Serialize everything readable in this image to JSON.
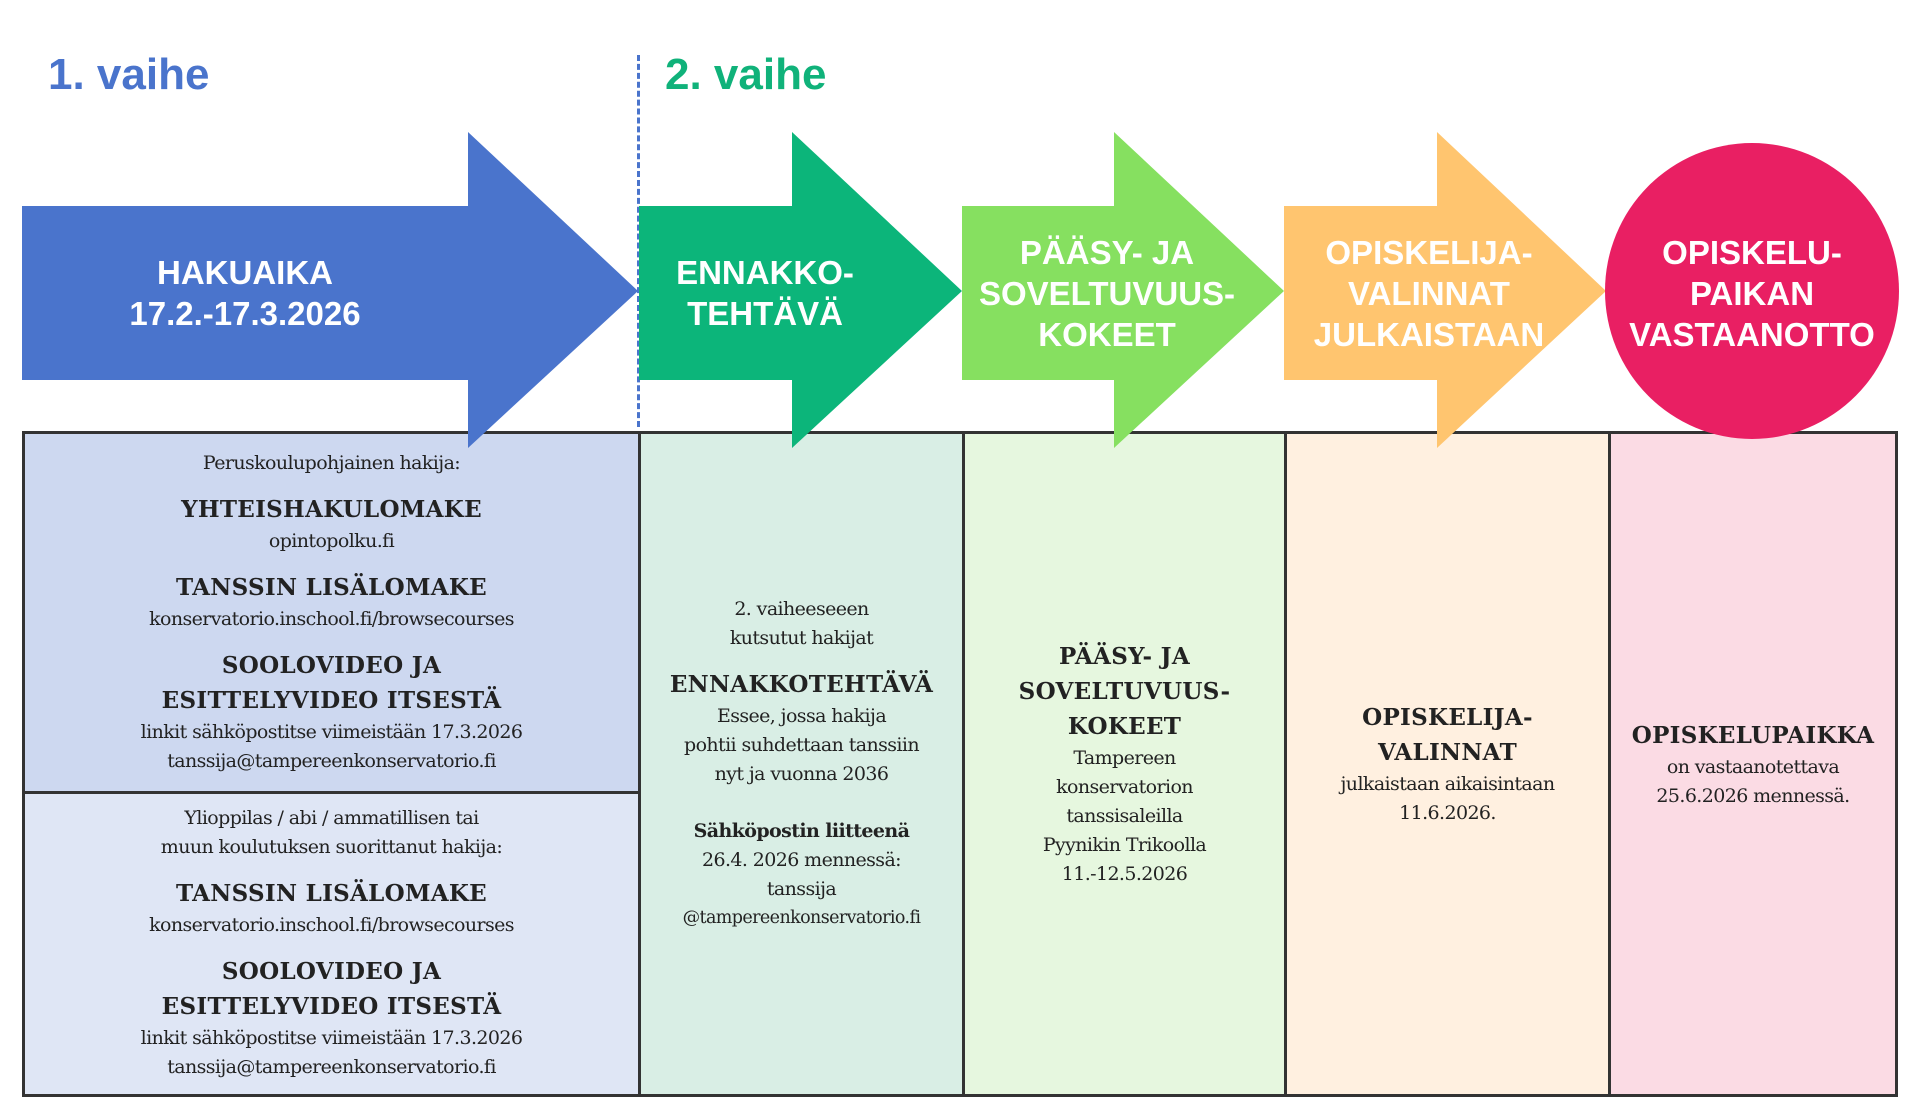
{
  "phases": {
    "phase1": "1. vaihe",
    "phase2": "2. vaihe"
  },
  "colors": {
    "blue": "#4a74cc",
    "green": "#0cb57a",
    "lightgreen": "#86e060",
    "orange": "#ffc56f",
    "pink": "#e91f63"
  },
  "steps": [
    {
      "lines": [
        "HAKUAIKA",
        "17.2.-17.3.2026"
      ]
    },
    {
      "lines": [
        "ENNAKKO-",
        "TEHTÄVÄ"
      ]
    },
    {
      "lines": [
        "PÄÄSY- JA",
        "SOVELTUVUUS-",
        "KOKEET"
      ]
    },
    {
      "lines": [
        "OPISKELIJA-",
        "VALINNAT",
        "JULKAISTAAN"
      ]
    },
    {
      "lines": [
        "OPISKELU-",
        "PAIKAN",
        "VASTAANOTTO"
      ]
    }
  ],
  "columns": {
    "col1_top": {
      "intro": "Peruskoulupohjainen hakija:",
      "form1_title": "YHTEISHAKULOMAKE",
      "form1_link": "opintopolku.fi",
      "form2_title": "TANSSIN LISÄLOMAKE",
      "form2_link": "konservatorio.inschool.fi/browsecourses",
      "video_title1": "SOOLOVIDEO JA",
      "video_title2": "ESITTELYVIDEO ITSESTÄ",
      "video_note": "linkit sähköpostitse viimeistään 17.3.2026",
      "email": "tanssija@tampereenkonservatorio.fi"
    },
    "col1_bottom": {
      "intro1": "Ylioppilas / abi / ammatillisen tai",
      "intro2": "muun koulutuksen suorittanut hakija:",
      "form2_title": "TANSSIN LISÄLOMAKE",
      "form2_link": "konservatorio.inschool.fi/browsecourses",
      "video_title1": "SOOLOVIDEO JA",
      "video_title2": "ESITTELYVIDEO ITSESTÄ",
      "video_note": "linkit sähköpostitse viimeistään 17.3.2026",
      "email": "tanssija@tampereenkonservatorio.fi"
    },
    "col2": {
      "intro1": "2. vaiheeseeen",
      "intro2": "kutsutut hakijat",
      "title": "ENNAKKOTEHTÄVÄ",
      "desc1": "Essee, jossa hakija",
      "desc2": "pohtii suhdettaan tanssiin",
      "desc3": "nyt ja vuonna 2036",
      "send1": "Sähköpostin liitteenä",
      "send2": "26.4. 2026 mennessä:",
      "send3": "tanssija",
      "send4": "@tampereenkonservatorio.fi"
    },
    "col3": {
      "title1": "PÄÄSY- JA",
      "title2": "SOVELTUVUUS-",
      "title3": "KOKEET",
      "l1": "Tampereen",
      "l2": "konservatorion",
      "l3": "tanssisaleilla",
      "l4": "Pyynikin Trikoolla",
      "l5": "11.-12.5.2026"
    },
    "col4": {
      "title1": "OPISKELIJA-",
      "title2": "VALINNAT",
      "l1": "julkaistaan aikaisintaan",
      "l2": "11.6.2026."
    },
    "col5": {
      "title": "OPISKELUPAIKKA",
      "l1": "on vastaanotettava",
      "l2": "25.6.2026 mennessä."
    }
  }
}
